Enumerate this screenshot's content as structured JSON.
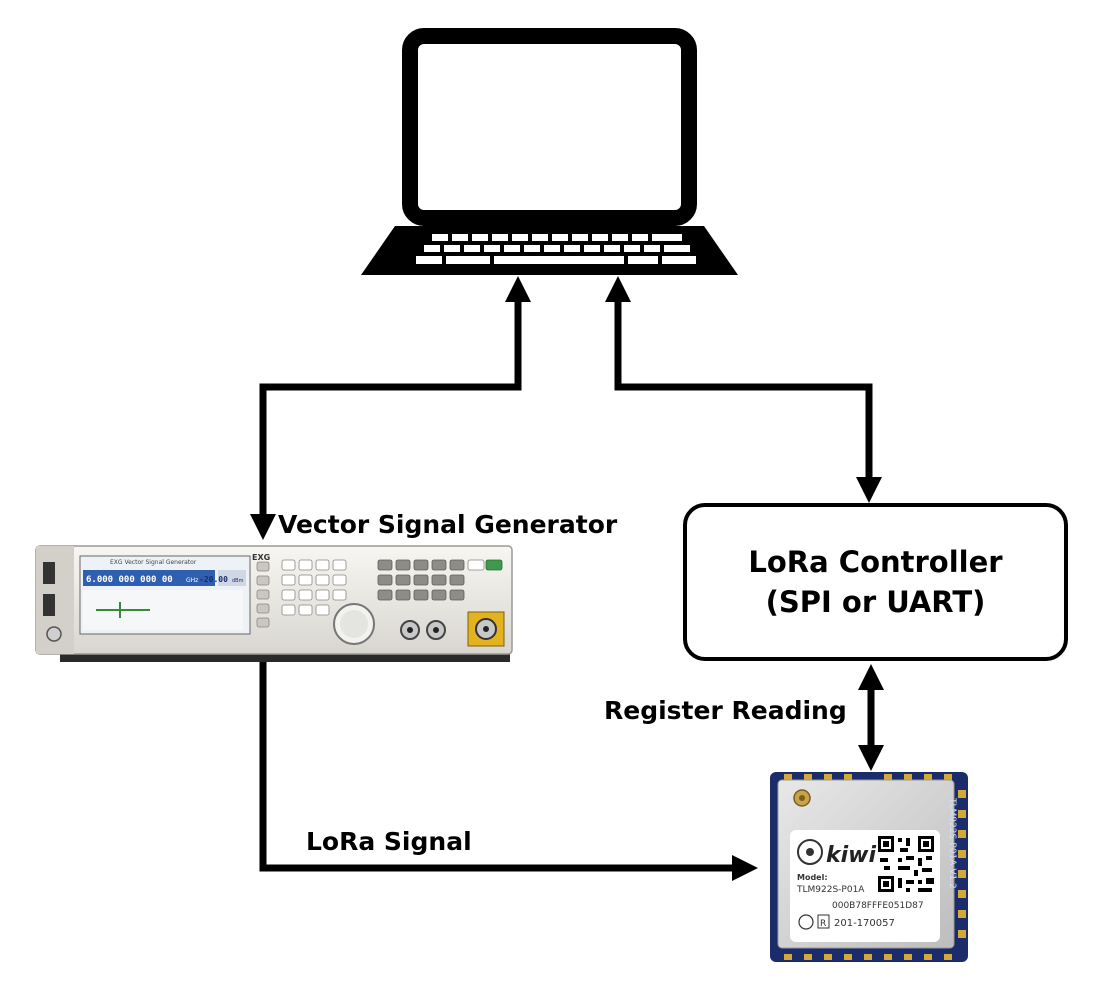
{
  "labels": {
    "vector_signal_generator": "Vector Signal Generator",
    "register_reading": "Register Reading",
    "lora_signal": "LoRa Signal"
  },
  "controller": {
    "line1": "LoRa Controller",
    "line2": "(SPI or UART)"
  },
  "generator_panel": {
    "brand_small": "EXG Vector Signal Generator",
    "model": "EXG",
    "frequency_readout": "6.000 000 000 00",
    "frequency_unit": "GHz",
    "amplitude_readout": "-20.00",
    "amplitude_unit": "dBm"
  },
  "module_label": {
    "brand": "kiwi",
    "model_caption": "Model:",
    "model": "TLM922S-P01A",
    "eui": "000B78FFFE051D87",
    "cert_mark": "R",
    "cert_number": "201-170057",
    "side_text": "TLM922S-P01A V1.2"
  },
  "colors": {
    "line": "#000000",
    "generator_body": "#ecebe6",
    "generator_screen": "#2f5fb0",
    "module_shield": "#d9d9d9",
    "module_pcb": "#1b2c6b"
  }
}
